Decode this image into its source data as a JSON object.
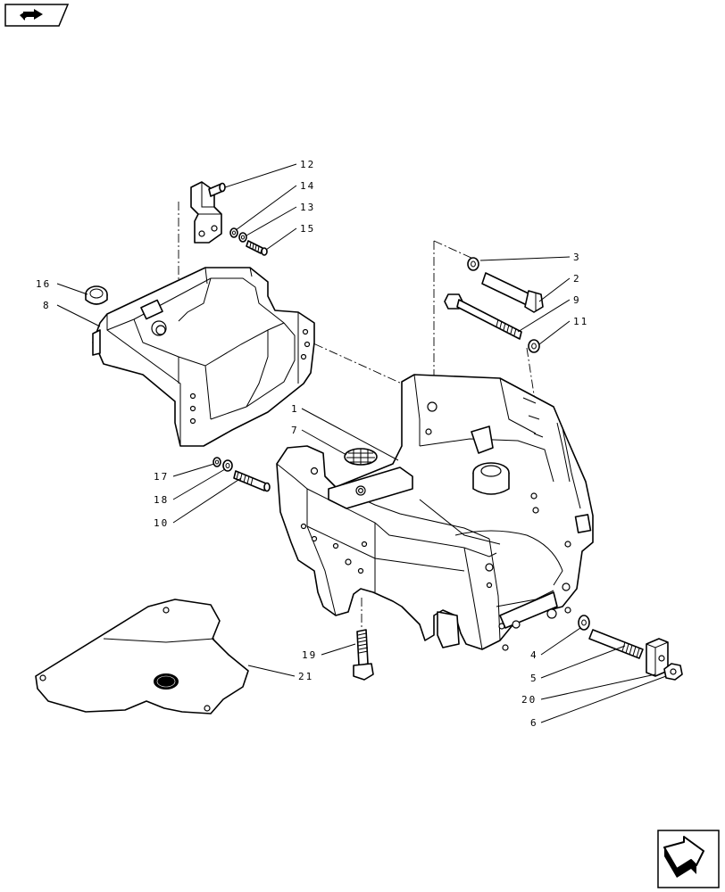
{
  "nav": {
    "back_icon": "arrow-return-icon",
    "next_icon": "arrow-next-page-icon"
  },
  "callouts": {
    "c1": "1",
    "c2": "2",
    "c3": "3",
    "c4": "4",
    "c5": "5",
    "c6": "6",
    "c7": "7",
    "c8": "8",
    "c9": "9",
    "c10": "10",
    "c11": "11",
    "c12": "12",
    "c13": "13",
    "c14": "14",
    "c15": "15",
    "c16": "16",
    "c17": "17",
    "c18": "18",
    "c19": "19",
    "c20": "20",
    "c21": "21"
  }
}
